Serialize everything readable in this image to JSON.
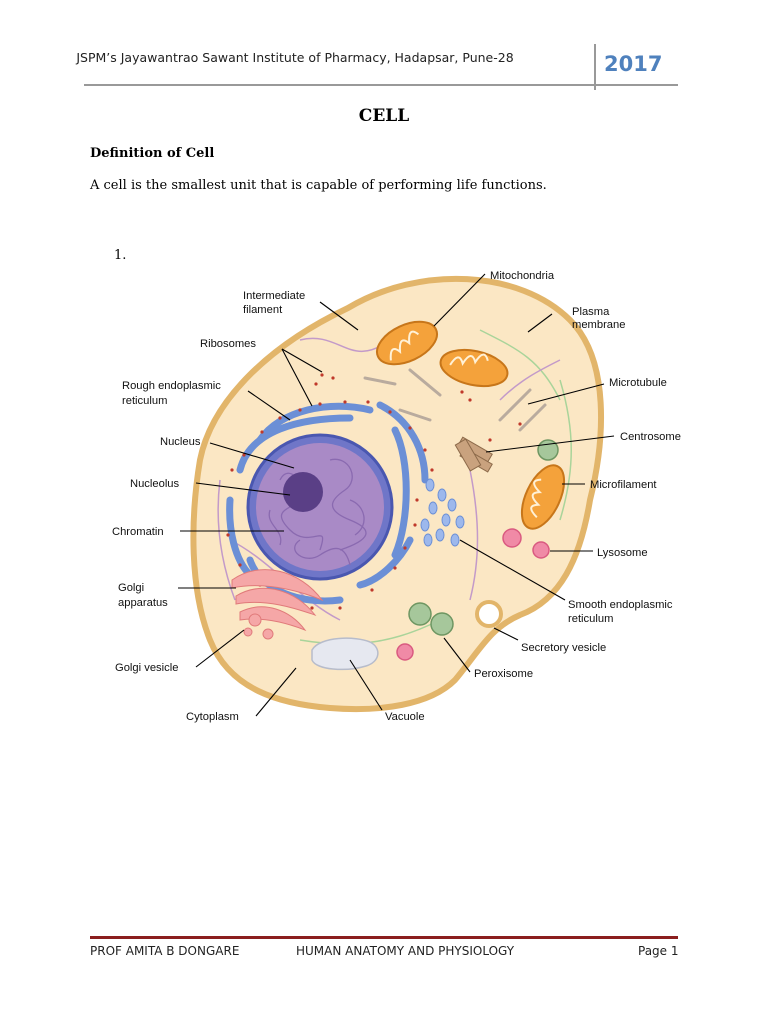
{
  "header": {
    "institute": "JSPM’s Jayawantrao Sawant Institute of Pharmacy, Hadapsar, Pune-28",
    "year": "2017"
  },
  "title": "CELL",
  "section": {
    "heading": "Definition of Cell",
    "text": "A cell is the smallest unit that is capable of performing life functions.",
    "item_number": "1."
  },
  "figure": {
    "labels": {
      "mitochondria": "Mitochondria",
      "intermediate_filament_1": "Intermediate",
      "intermediate_filament_2": "filament",
      "plasma_membrane_1": "Plasma",
      "plasma_membrane_2": "membrane",
      "ribosomes": "Ribosomes",
      "microtubule": "Microtubule",
      "rough_er_1": "Rough endoplasmic",
      "rough_er_2": "reticulum",
      "centrosome": "Centrosome",
      "nucleus": "Nucleus",
      "nucleolus": "Nucleolus",
      "microfilament": "Microfilament",
      "lysosome": "Lysosome",
      "chromatin": "Chromatin",
      "golgi_apparatus_1": "Golgi",
      "golgi_apparatus_2": "apparatus",
      "smooth_er_1": "Smooth endoplasmic",
      "smooth_er_2": "reticulum",
      "secretory_vesicle": "Secretory vesicle",
      "golgi_vesicle": "Golgi vesicle",
      "peroxisome": "Peroxisome",
      "cytoplasm": "Cytoplasm",
      "vacuole": "Vacuole"
    }
  },
  "footer": {
    "author": "PROF AMITA B DONGARE",
    "subject": "HUMAN ANATOMY AND PHYSIOLOGY",
    "page": "Page 1"
  }
}
